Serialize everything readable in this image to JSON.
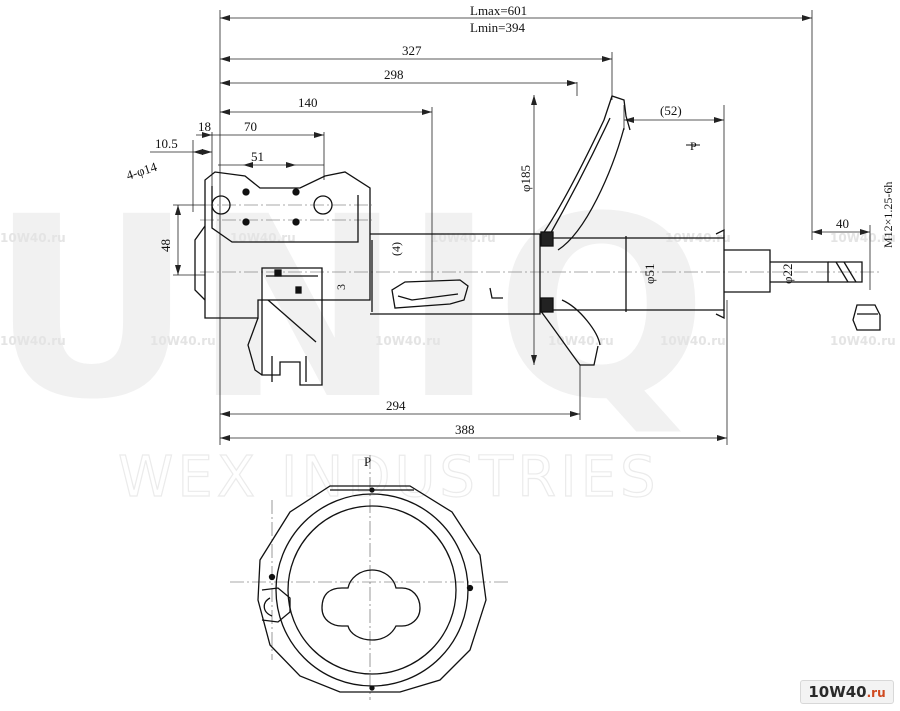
{
  "dimensions": {
    "lmax": "Lmax=601",
    "lmin": "Lmin=394",
    "d327": "327",
    "d298": "298",
    "d140": "140",
    "d18": "18",
    "d70": "70",
    "d10_5": "10.5",
    "d51": "51",
    "holes": "4-φ14",
    "d48": "48",
    "d3": "3",
    "d4": "(4)",
    "d185": "φ185",
    "d52": "(52)",
    "p_top": "P",
    "d40": "40",
    "thread": "M12×1.25-6h",
    "phi51": "φ51",
    "phi22": "φ22",
    "d294": "294",
    "d388": "388",
    "p_bottom": "P"
  },
  "watermark": {
    "brand": "UNIQ",
    "company": "WEX INDUSTRIES",
    "site_small": "10W40.ru"
  },
  "logo": {
    "main": "10W40",
    "suffix": ".ru"
  }
}
